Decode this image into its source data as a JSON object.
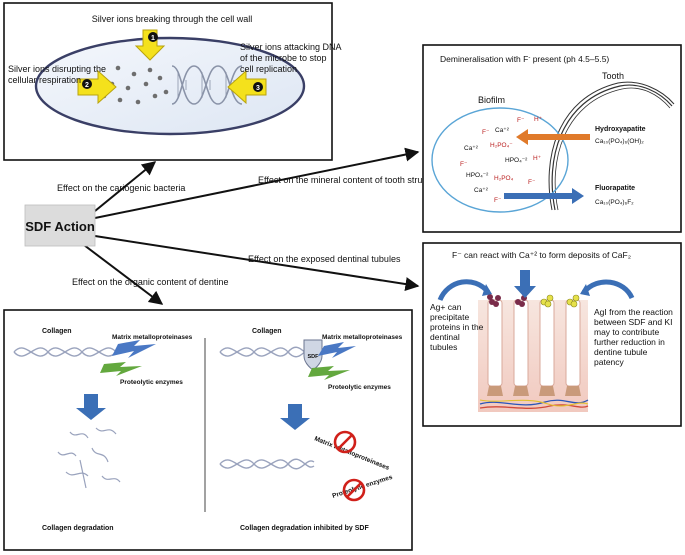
{
  "center": {
    "label": "SDF Action"
  },
  "edges": {
    "bacteria": "Effect on the cariogenic bacteria",
    "mineral": "Effect on the mineral content of tooth structure",
    "tubules": "Effect on the exposed dentinal tubules",
    "organic": "Effect on the organic content of dentine"
  },
  "bacteria_panel": {
    "wall": "Silver ions breaking through the cell wall",
    "respiration_1": "Silver ions disrupting the",
    "respiration_2": "cellular respiration",
    "dna_1": "Silver ions attacking DNA",
    "dna_2": "of the microbe to stop",
    "dna_3": "cell replication",
    "badges": [
      "1",
      "2",
      "3"
    ]
  },
  "mineral_panel": {
    "title_a": "Demineralisation with F",
    "title_sup": "-",
    "title_b": " present (ph 4.5–5.5)",
    "tooth": "Tooth",
    "biofilm": "Biofilm",
    "hydroxyapatite": "Hydroxyapatite",
    "hydroxy_formula": "Ca₁₀(PO₄)₆(OH)₂",
    "fluorapatite": "Fluorapatite",
    "fluor_formula": "Ca₁₀(PO₄)₆F₂",
    "ions": {
      "f1": "F⁻",
      "f2": "F⁻",
      "f3": "F⁻",
      "f4": "F⁻",
      "f5": "F⁻",
      "ca1": "Ca⁺²",
      "ca2": "Ca⁺²",
      "ca3": "Ca⁺²",
      "h1": "H⁺",
      "h2": "H⁺",
      "h2po4_1": "H₂PO₄⁻",
      "h2po4_2": "H₂PO₄",
      "hpo4_1": "HPO₄⁻²",
      "hpo4_2": "HPO₄⁻²"
    }
  },
  "tubule_panel": {
    "title": "F⁻ can react with Ca⁺² to form deposits of CaF₂",
    "ag_1": "Ag+ can",
    "ag_2": "precipitate",
    "ag_3": "proteins in the",
    "ag_4": "dentinal",
    "ag_5": "tubules",
    "agi_1": "AgI from the reaction",
    "agi_2": "between SDF and KI",
    "agi_3": "may to contribute",
    "agi_4": "further reduction in",
    "agi_5": "dentine tubule",
    "agi_6": "patency"
  },
  "organic_panel": {
    "left": {
      "collagen": "Collagen",
      "mmp": "Matrix metalloproteinases",
      "enzymes": "Proteolytic enzymes",
      "caption": "Collagen degradation"
    },
    "right": {
      "collagen": "Collagen",
      "mmp": "Matrix metalloproteinases",
      "enzymes": "Proteolytic enzymes",
      "sdf": "SDF",
      "mmp_inhibited": "Matrix metalloproteinases",
      "enzymes_inhibited": "Proteolytic enzymes",
      "caption": "Collagen degradation inhibited by SDF"
    }
  },
  "colors": {
    "yellow_arrow": "#f4e11c",
    "blue_arrow": "#3b6fb6",
    "orange_arrow": "#e07a2a",
    "center_box": "#dcdcdc",
    "cell": "#e8eef8",
    "no_sign": "#d0201a",
    "lightning_blue": "#4a78c4",
    "lightning_green": "#63a83e"
  }
}
